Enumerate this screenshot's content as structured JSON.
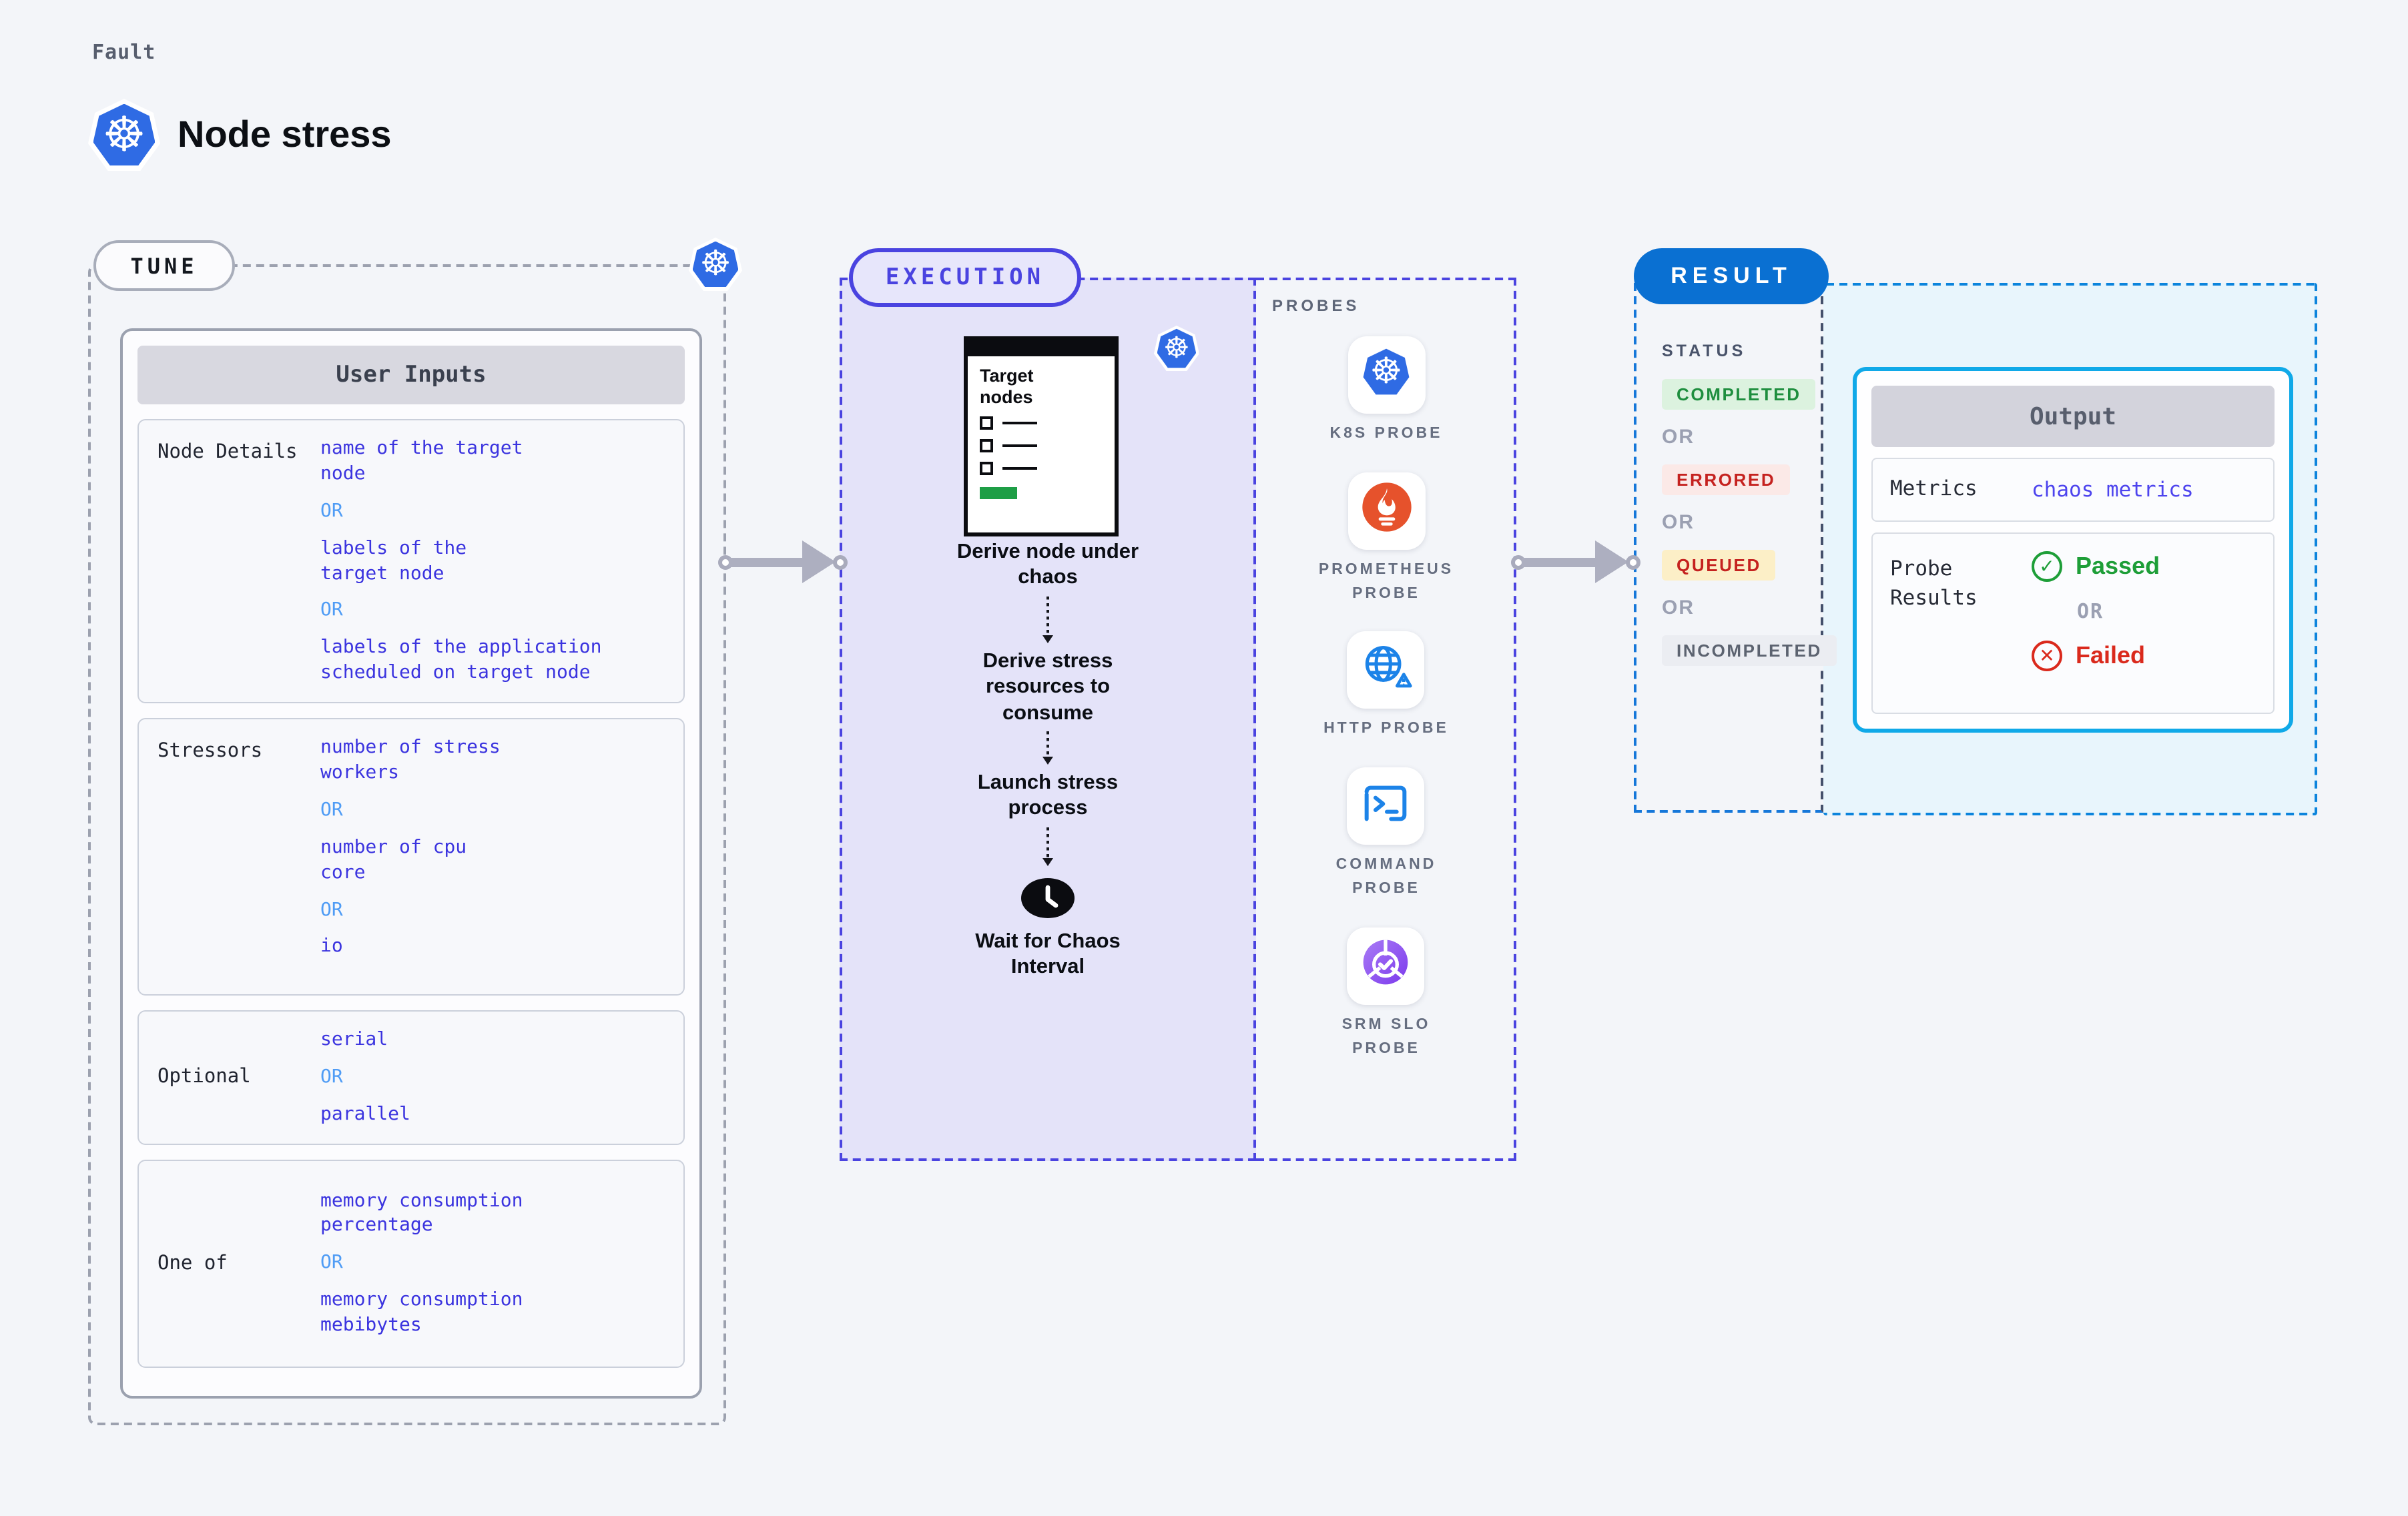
{
  "header": {
    "eyebrow": "Fault",
    "title": "Node stress"
  },
  "tune": {
    "badge": "TUNE",
    "card_title": "User Inputs",
    "or_label": "OR",
    "rows": [
      {
        "label": "Node Details",
        "options": [
          "name of the target\nnode",
          "labels of the\ntarget node",
          "labels of the application\n scheduled on target node"
        ]
      },
      {
        "label": "Stressors",
        "options": [
          "number of stress\nworkers",
          "number of cpu\ncore",
          "io"
        ]
      },
      {
        "label": "Optional",
        "options": [
          "serial",
          "parallel"
        ]
      },
      {
        "label": "One of",
        "options": [
          "memory consumption\npercentage",
          "memory consumption\nmebibytes"
        ]
      }
    ]
  },
  "execution": {
    "badge": "EXECUTION",
    "target_card": {
      "title": "Target nodes",
      "checklist_rows": 3
    },
    "steps": [
      "Derive node under\nchaos",
      "Derive stress\nresources to\nconsume",
      "Launch stress\nprocess"
    ],
    "wait_step": "Wait for Chaos\nInterval"
  },
  "probes": {
    "title": "PROBES",
    "items": [
      {
        "icon": "k8s-icon",
        "label": "K8S PROBE"
      },
      {
        "icon": "prometheus-icon",
        "label": "PROMETHEUS\nPROBE"
      },
      {
        "icon": "globe-alert-icon",
        "label": "HTTP PROBE"
      },
      {
        "icon": "terminal-icon",
        "label": "COMMAND\nPROBE"
      },
      {
        "icon": "slo-pie-icon",
        "label": "SRM SLO\nPROBE"
      }
    ]
  },
  "result": {
    "badge": "RESULT",
    "status": {
      "title": "STATUS",
      "or_label": "OR",
      "badges": [
        {
          "label": "COMPLETED",
          "fg": "#1E8E3E",
          "bg": "#DCF2DF"
        },
        {
          "label": "ERRORED",
          "fg": "#C5221F",
          "bg": "#FBE9E7"
        },
        {
          "label": "QUEUED",
          "fg": "#C5221F",
          "bg": "#FCEFC7"
        },
        {
          "label": "INCOMPLETED",
          "fg": "#5C6370",
          "bg": "#EBEDF2"
        }
      ]
    },
    "output": {
      "title": "Output",
      "metrics_label": "Metrics",
      "metrics_value": "chaos metrics",
      "probe_results_label": "Probe\nResults",
      "passed": "Passed",
      "or_label": "OR",
      "failed": "Failed"
    }
  },
  "colors": {
    "accent_indigo": "#4A43E0",
    "value_indigo": "#3B34DF",
    "or_blue": "#4F9CF5",
    "result_blue": "#0A70D2",
    "output_border_cyan": "#10A9E8",
    "passed_green": "#1E9E38",
    "failed_red": "#DA291C",
    "kubernetes_blue": "#2F6BE4",
    "prometheus_orange": "#E6522C",
    "arrow_gray": "#ADAFC0"
  }
}
